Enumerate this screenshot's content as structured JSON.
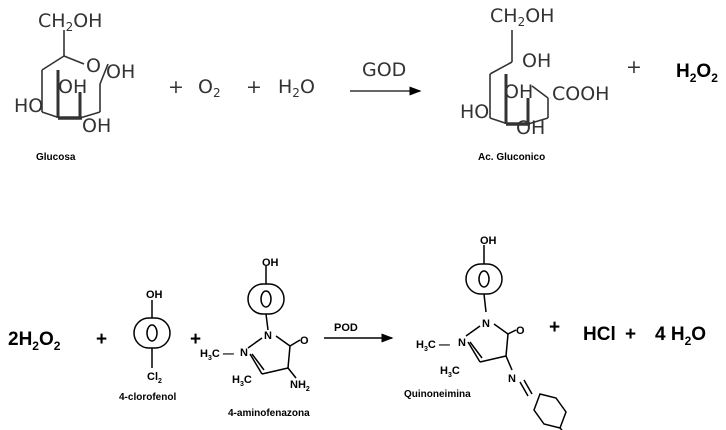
{
  "reaction1": {
    "glucose_caption": "Glucosa",
    "gluconic_caption": "Ac. Gluconico",
    "ch2oh": "CH",
    "ch2oh_sub": "2",
    "ch2oh_tail": "OH",
    "oh": "OH",
    "ho": "HO",
    "ring_o": "O",
    "cooh": "COOH",
    "plus": "+",
    "o2": "O",
    "o2_sub": "2",
    "h2o": "H",
    "h2o_sub": "2",
    "h2o_tail": "O",
    "enzyme": "GOD",
    "h2o2_main": "H",
    "h2o2_sub1": "2",
    "h2o2_o": "O",
    "h2o2_sub2": "2"
  },
  "reaction2": {
    "coef": "2H",
    "coef_sub1": "2",
    "coef_o": "O",
    "coef_sub2": "2",
    "plus": "+",
    "oh": "OH",
    "cl": "Cl",
    "cl_sub": "2",
    "ring_o": "O",
    "chlorophenol_caption": "4-clorofenol",
    "aminophenazone_caption": "4-aminofenazona",
    "h3c": "H",
    "h3c_sub": "3",
    "h3c_tail": "C",
    "n": "N",
    "o": "O",
    "nh2": "NH",
    "nh2_sub": "2",
    "enzyme": "POD",
    "quinone_caption": "Quinoneimina",
    "hcl": "HCl",
    "water": "4 H",
    "water_sub": "2",
    "water_o": "O"
  }
}
